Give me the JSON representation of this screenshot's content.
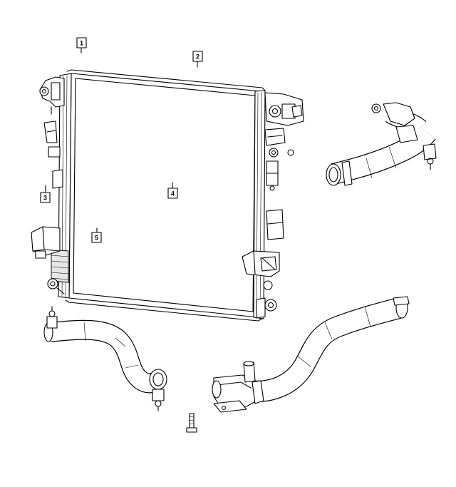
{
  "callouts": [
    {
      "id": "1",
      "label": "1"
    },
    {
      "id": "2",
      "label": "2"
    },
    {
      "id": "3",
      "label": "3"
    },
    {
      "id": "4",
      "label": "4"
    },
    {
      "id": "5",
      "label": "5"
    }
  ],
  "colors": {
    "line": "#000000",
    "background": "#ffffff",
    "shade": "#e6e6e6"
  },
  "parts": [
    "radiator-core",
    "left-tank",
    "right-tank",
    "upper-hose",
    "lower-hose-left",
    "lower-hose-right",
    "bolt"
  ]
}
